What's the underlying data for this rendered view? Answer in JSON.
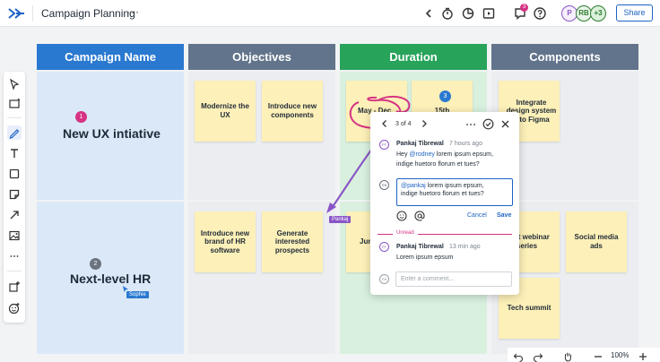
{
  "app": {
    "board_title": "Campaign Planning",
    "menu_glyph": "···",
    "share_label": "Share",
    "notification_count": "3",
    "avatars": [
      {
        "initials": "P",
        "color": "#8a55c7",
        "bg": "#f5eefc"
      },
      {
        "initials": "RB",
        "color": "#2e7d32",
        "bg": "#eaf6ea"
      },
      {
        "initials": "+3",
        "color": "#2e7d32",
        "bg": "#d9f0d9"
      }
    ]
  },
  "toolbar": {
    "tools": [
      "pointer-icon",
      "frame-icon",
      "pen-icon",
      "text-icon",
      "shape-icon",
      "sticky-note-icon",
      "arrow-icon",
      "image-icon",
      "more-icon",
      "add-widget-icon",
      "reaction-icon"
    ]
  },
  "board": {
    "columns": [
      {
        "title": "Campaign Name",
        "color": "#2a79d0",
        "body": "#dbe8f8"
      },
      {
        "title": "Objectives",
        "color": "#62748b",
        "body": "#ebedf0"
      },
      {
        "title": "Duration",
        "color": "#27a35a",
        "body": "#d9f0df"
      },
      {
        "title": "Components",
        "color": "#62748b",
        "body": "#ebedf0"
      }
    ],
    "rows": [
      {
        "title": "New UX intiative",
        "badge": "1",
        "badge_color": "#d63384"
      },
      {
        "title": "Next-level HR",
        "badge": "2",
        "badge_color": "#6b7480"
      }
    ],
    "stickies": {
      "obj_1_a": "Modernize the UX",
      "obj_1_b": "Introduce new components",
      "dur_1_a": "May - Dec",
      "dur_1_b": "15th ",
      "comp_1_a": "Integrate design system into Figma",
      "obj_2_a": "Introduce new brand of HR software",
      "obj_2_b": "Generate interested prospects",
      "dur_2_a": "June",
      "comp_2_a": "Start webinar series",
      "comp_2_b": "Social media ads",
      "comp_2_c": "Tech summit"
    },
    "duration_badge": "3",
    "cursors": [
      {
        "name": "Pankaj",
        "color": "#8a55c7"
      },
      {
        "name": "Sophie",
        "color": "#2a79d0"
      }
    ]
  },
  "comment_panel": {
    "counter": "3 of 4",
    "thread": [
      {
        "initials": "PT",
        "author": "Pankaj Tibrewal",
        "time": "7 hours ago",
        "mention": "@rodney",
        "text_after_mention": " lorem ipsum epsum,",
        "text_prefix": "Hey ",
        "text_line2": "indige huetoro florum et tues?"
      }
    ],
    "reply_draft": {
      "initials": "RB",
      "mention": "@pankaj",
      "text_after_mention": " lorem ipsum epsum,",
      "text_line2": "indige huetoro florum et tues?"
    },
    "cancel_label": "Cancel",
    "save_label": "Save",
    "unread_label": "Unread",
    "unread_comment": {
      "initials": "PT",
      "author": "Pankaj Tibrewal",
      "time": "13 min ago",
      "text": "Lorem ipsum epsum"
    },
    "input_initials": "RB",
    "input_placeholder": "Enter a comment..."
  },
  "bottom": {
    "zoom_level": "100%"
  }
}
